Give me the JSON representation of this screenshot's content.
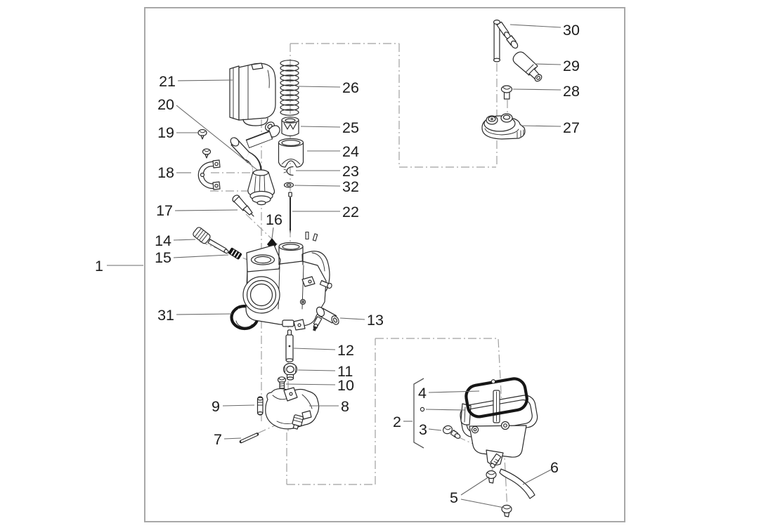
{
  "figure": {
    "kind": "exploded-parts-diagram",
    "colors": {
      "background": "#ffffff",
      "frame_border": "#a8a8a8",
      "part_line": "#2a2a2a",
      "leader_line": "#686868",
      "centerline": "#a0a0a0",
      "label_text": "#1c1c1c"
    }
  },
  "callouts": {
    "c1": "1",
    "c2": "2",
    "c3": "3",
    "c4": "4",
    "c5": "5",
    "c6": "6",
    "c7": "7",
    "c8": "8",
    "c9": "9",
    "c10": "10",
    "c11": "11",
    "c12": "12",
    "c13": "13",
    "c14": "14",
    "c15": "15",
    "c16": "16",
    "c17": "17",
    "c18": "18",
    "c19": "19",
    "c20": "20",
    "c21": "21",
    "c22": "22",
    "c23": "23",
    "c24": "24",
    "c25": "25",
    "c26": "26",
    "c27": "27",
    "c28": "28",
    "c29": "29",
    "c30": "30",
    "c31": "31",
    "c32": "32"
  }
}
